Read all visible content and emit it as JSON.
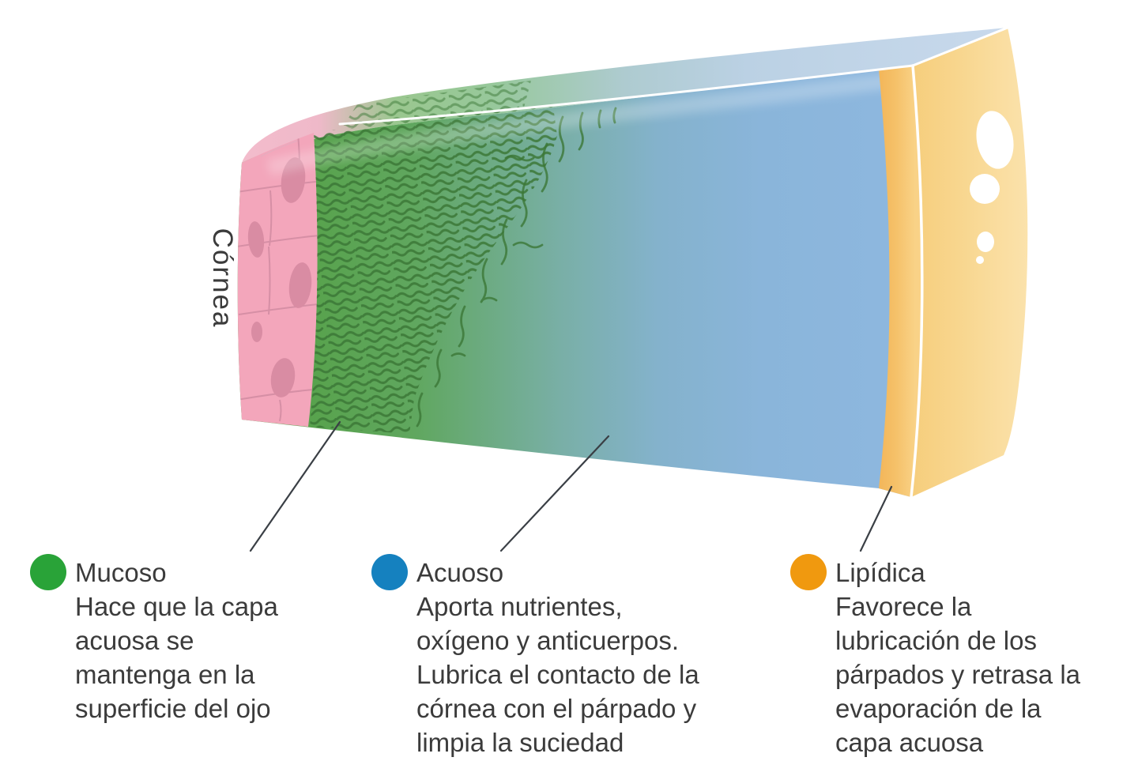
{
  "diagram": {
    "cornea_label": "Córnea",
    "subject": "tear-film-layers-cross-section"
  },
  "legend": {
    "items": [
      {
        "name": "Mucoso",
        "dot_color": "#29a338",
        "description": "Hace que la capa\nacuosa se\nmantenga en la\nsuperficie del ojo"
      },
      {
        "name": "Acuoso",
        "dot_color": "#1581bf",
        "description": "Aporta nutrientes,\noxígeno y anticuerpos.\nLubrica el contacto de la\ncórnea con el párpado y\nlimpia la suciedad"
      },
      {
        "name": "Lipídica",
        "dot_color": "#f0990f",
        "description": "Favorece la\nlubricación de los\npárpados y retrasa la\nevaporación de la\ncapa acuosa"
      }
    ]
  },
  "colors": {
    "background": "#ffffff",
    "cornea_pink": "#f3a6bb",
    "cornea_membrane_pink": "#d18ba2",
    "cornea_nucleus_pink": "#d98ca3",
    "mucous_green_base": "#57a24b",
    "mucous_strand_green": "#3c7837",
    "aqueous_blue": "#8bb5dc",
    "lipid_front_orange": "#f5c169",
    "lipid_side_yellow": "#f9da96",
    "leader_line": "#3a3f45",
    "text": "#3b3b3b"
  }
}
